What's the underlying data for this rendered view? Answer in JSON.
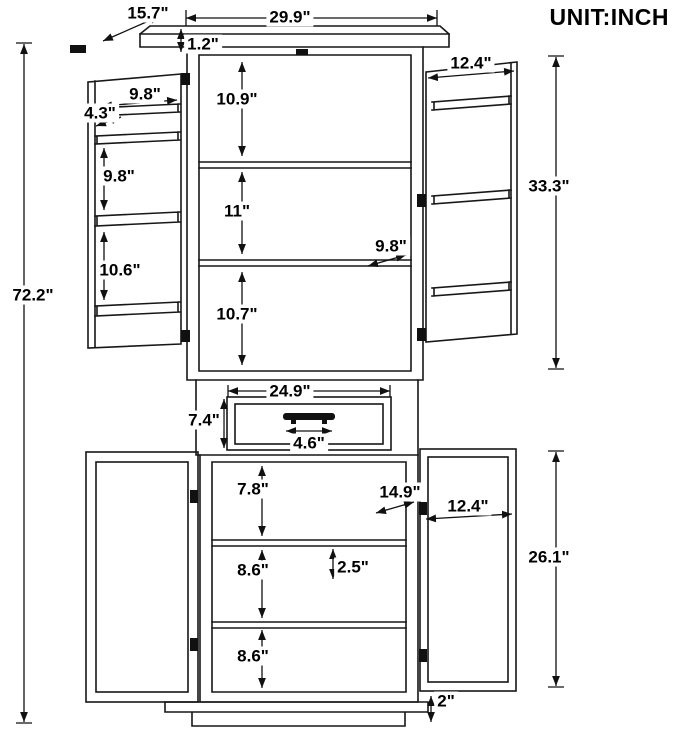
{
  "unit_label": "UNIT:INCH",
  "dimensions": {
    "top_depth": "15.7\"",
    "top_width": "29.9\"",
    "top_thickness": "1.2\"",
    "upper_right_door_width": "12.4\"",
    "upper_left_door_width": "9.8\"",
    "door_rack_depth": "4.3\"",
    "upper_compartment_1_height": "10.9\"",
    "door_rack_gap_1": "9.8\"",
    "upper_cabinet_height": "33.3\"",
    "upper_compartment_2_height": "11\"",
    "upper_shelf_depth": "9.8\"",
    "door_rack_gap_2": "10.6\"",
    "upper_compartment_3_height": "10.7\"",
    "overall_height": "72.2\"",
    "drawer_width": "24.9\"",
    "drawer_height": "7.4\"",
    "handle_width": "4.6\"",
    "lower_compartment_1_height": "7.8\"",
    "lower_shelf_depth": "14.9\"",
    "lower_right_door_width": "12.4\"",
    "lower_compartment_2_height": "8.6\"",
    "lower_shelf_gap": "2.5\"",
    "lower_cabinet_height": "26.1\"",
    "lower_compartment_3_height": "8.6\"",
    "base_height": "2\""
  }
}
